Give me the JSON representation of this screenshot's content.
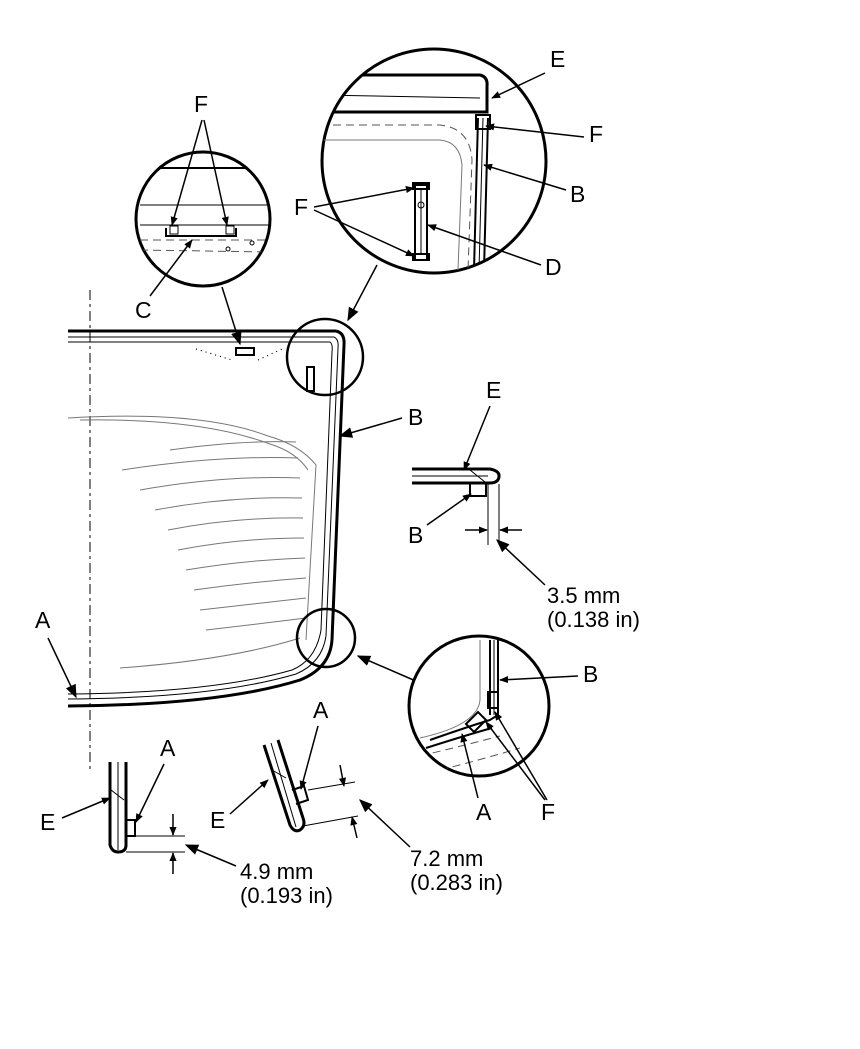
{
  "labels": {
    "E": "E",
    "F": "F",
    "B": "B",
    "C": "C",
    "D": "D",
    "A": "A"
  },
  "dimensions": {
    "clearance_b": {
      "metric": "3.5 mm",
      "imperial": "(0.138 in)"
    },
    "clearance_a_left": {
      "metric": "4.9 mm",
      "imperial": "(0.193 in)"
    },
    "clearance_a_center": {
      "metric": "7.2 mm",
      "imperial": "(0.283 in)"
    }
  }
}
